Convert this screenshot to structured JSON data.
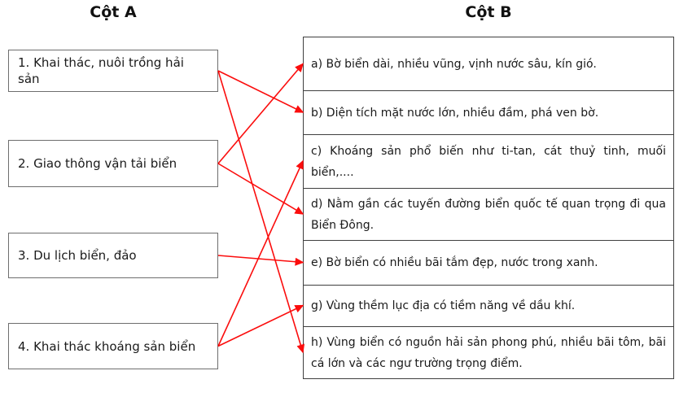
{
  "titles": {
    "column_a": "Cột A",
    "column_b": "Cột B"
  },
  "column_a": {
    "items": [
      {
        "id": "1",
        "label": "1. Khai thác, nuôi trồng hải sản"
      },
      {
        "id": "2",
        "label": "2. Giao thông vận tải biển"
      },
      {
        "id": "3",
        "label": "3. Du lịch biển, đảo"
      },
      {
        "id": "4",
        "label": "4. Khai thác khoáng sản biển"
      }
    ]
  },
  "column_b": {
    "items": [
      {
        "id": "a",
        "label": "a) Bờ biển dài, nhiều vũng, vịnh nước sâu, kín gió."
      },
      {
        "id": "b",
        "label": "b) Diện tích mặt nước lớn, nhiều đầm, phá ven bờ."
      },
      {
        "id": "c",
        "label": "c) Khoáng sản phổ biến như ti-tan, cát thuỷ tinh, muối biển,...."
      },
      {
        "id": "d",
        "label": "d) Nằm gần các tuyến đường biển quốc tế quan trọng đi qua Biển Đông."
      },
      {
        "id": "e",
        "label": "e) Bờ biển có nhiều bãi tắm đẹp, nước trong xanh."
      },
      {
        "id": "g",
        "label": "g) Vùng thềm lục địa có tiềm năng về dầu khí."
      },
      {
        "id": "h",
        "label": "h) Vùng biển có nguồn hải sản phong phú, nhiều bãi tôm, bãi cá lớn và các ngư trường trọng điểm."
      }
    ]
  },
  "matches": [
    {
      "from": "1",
      "to": "b"
    },
    {
      "from": "1",
      "to": "h"
    },
    {
      "from": "2",
      "to": "a"
    },
    {
      "from": "2",
      "to": "d"
    },
    {
      "from": "3",
      "to": "e"
    },
    {
      "from": "4",
      "to": "c"
    },
    {
      "from": "4",
      "to": "g"
    }
  ],
  "colors": {
    "arrow": "#fb0d0d",
    "box_border": "#6e6e6e",
    "table_border": "#3f3f3f",
    "text": "#1a1a1a",
    "background": "#ffffff"
  }
}
